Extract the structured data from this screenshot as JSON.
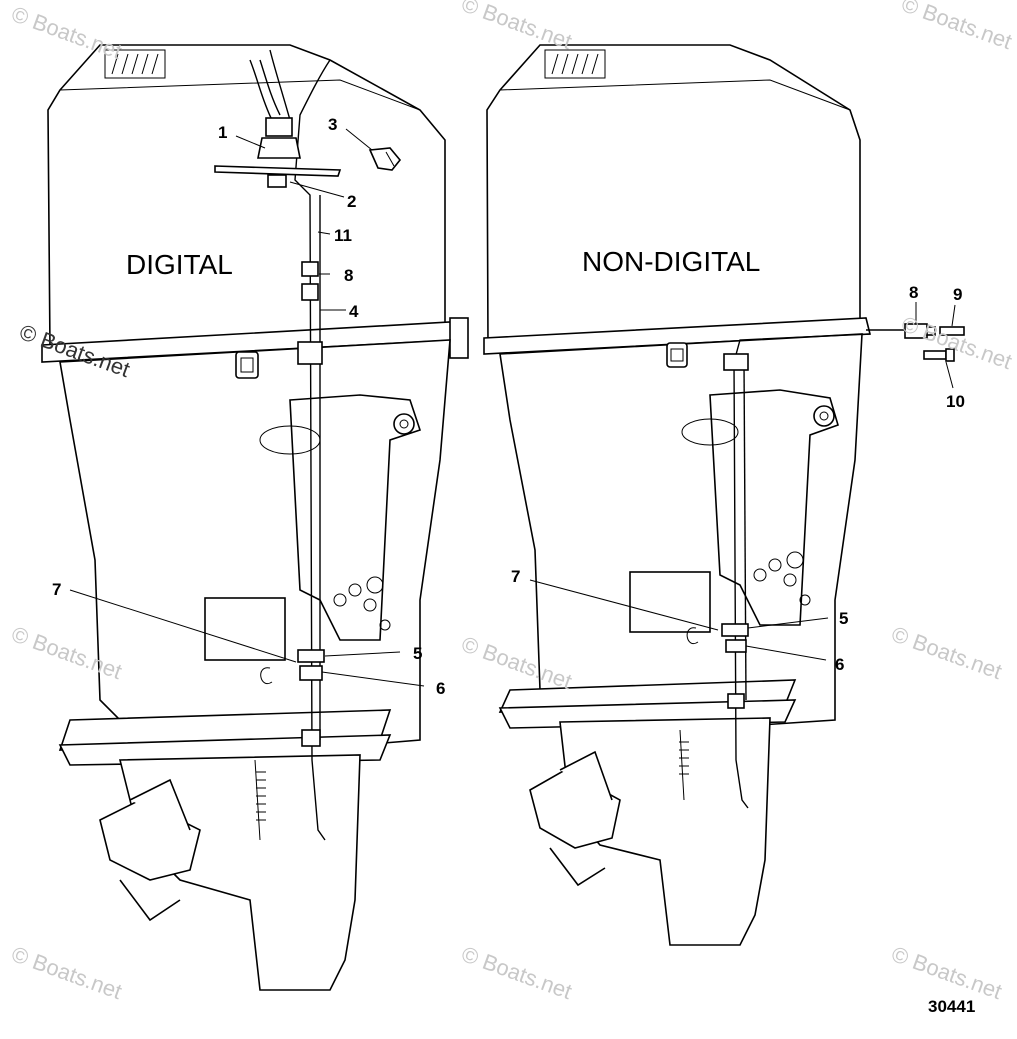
{
  "diagram": {
    "left_title": "DIGITAL",
    "right_title": "NON-DIGITAL",
    "drawing_number": "30441",
    "watermark": "© Boats.net",
    "left_callouts": [
      "1",
      "2",
      "3",
      "11",
      "8",
      "4",
      "7",
      "5",
      "6"
    ],
    "right_callouts": [
      "8",
      "9",
      "10",
      "7",
      "5",
      "6"
    ]
  }
}
